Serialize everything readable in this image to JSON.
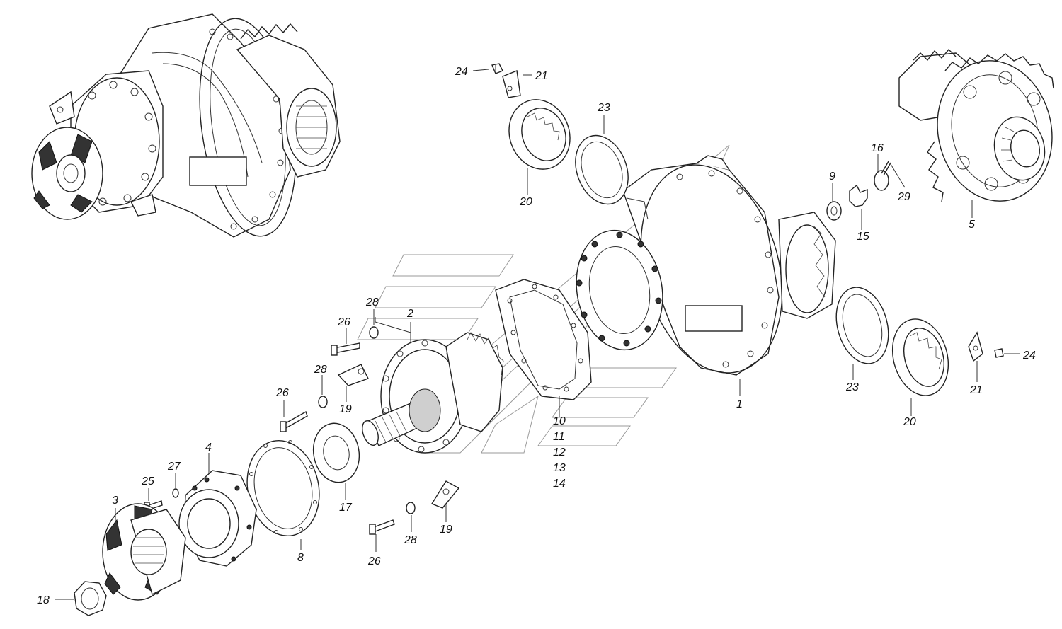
{
  "labels": [
    {
      "id": "p1",
      "text": "1"
    },
    {
      "id": "p2",
      "text": "2"
    },
    {
      "id": "p3",
      "text": "3"
    },
    {
      "id": "p4",
      "text": "4"
    },
    {
      "id": "p5",
      "text": "5"
    },
    {
      "id": "p8",
      "text": "8"
    },
    {
      "id": "p9",
      "text": "9"
    },
    {
      "id": "p10",
      "text": "10"
    },
    {
      "id": "p11",
      "text": "11"
    },
    {
      "id": "p12",
      "text": "12"
    },
    {
      "id": "p13",
      "text": "13"
    },
    {
      "id": "p14",
      "text": "14"
    },
    {
      "id": "p15",
      "text": "15"
    },
    {
      "id": "p16",
      "text": "16"
    },
    {
      "id": "p17",
      "text": "17"
    },
    {
      "id": "p18",
      "text": "18"
    },
    {
      "id": "p19a",
      "text": "19"
    },
    {
      "id": "p19b",
      "text": "19"
    },
    {
      "id": "p20a",
      "text": "20"
    },
    {
      "id": "p20b",
      "text": "20"
    },
    {
      "id": "p21a",
      "text": "21"
    },
    {
      "id": "p21b",
      "text": "21"
    },
    {
      "id": "p23a",
      "text": "23"
    },
    {
      "id": "p23b",
      "text": "23"
    },
    {
      "id": "p24a",
      "text": "24"
    },
    {
      "id": "p24b",
      "text": "24"
    },
    {
      "id": "p25",
      "text": "25"
    },
    {
      "id": "p26a",
      "text": "26"
    },
    {
      "id": "p26b",
      "text": "26"
    },
    {
      "id": "p26c",
      "text": "26"
    },
    {
      "id": "p27",
      "text": "27"
    },
    {
      "id": "p28a",
      "text": "28"
    },
    {
      "id": "p28b",
      "text": "28"
    },
    {
      "id": "p28c",
      "text": "28"
    },
    {
      "id": "p29",
      "text": "29"
    }
  ]
}
